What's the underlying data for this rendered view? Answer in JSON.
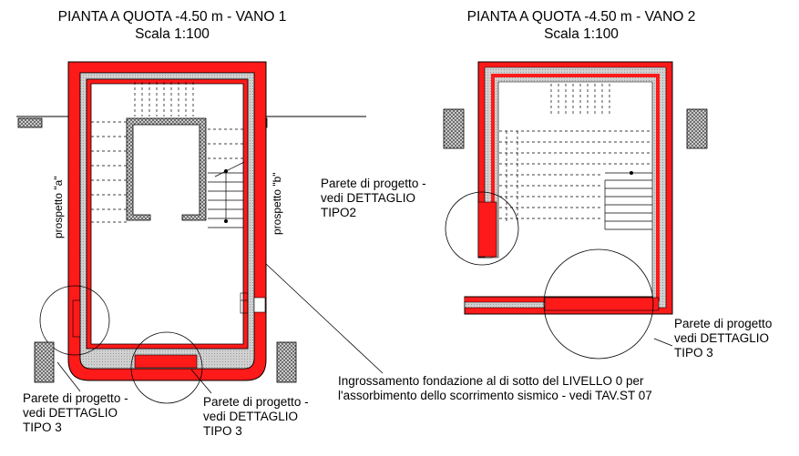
{
  "plans": [
    {
      "title": "PIANTA A QUOTA -4.50 m - VANO 1",
      "scale": "Scala 1:100",
      "elevation_labels": [
        "prospetto \"a\"",
        "prospetto \"b\""
      ],
      "callouts": [
        {
          "lines": [
            "Parete di progetto -",
            "vedi DETTAGLIO",
            "TIPO 3"
          ]
        },
        {
          "lines": [
            "Parete di progetto -",
            "vedi DETTAGLIO",
            "TIPO 3"
          ]
        }
      ]
    },
    {
      "title": "PIANTA A QUOTA -4.50 m - VANO 2",
      "scale": "Scala 1:100",
      "callouts": [
        {
          "lines": [
            "Parete di progetto -",
            "vedi DETTAGLIO",
            "TIPO2"
          ]
        },
        {
          "lines": [
            "Parete di progetto",
            "vedi DETTAGLIO",
            "TIPO 3"
          ]
        }
      ]
    }
  ],
  "general_note": {
    "lines": [
      "Ingrossamento fondazione al di sotto del LIVELLO 0 per",
      "l'assorbimento dello scorrimento sismico - vedi TAV.ST 07"
    ]
  },
  "colors": {
    "wall": "#ff1a1a",
    "outline": "#000000",
    "hatch_fill": "#cfcfcf"
  }
}
